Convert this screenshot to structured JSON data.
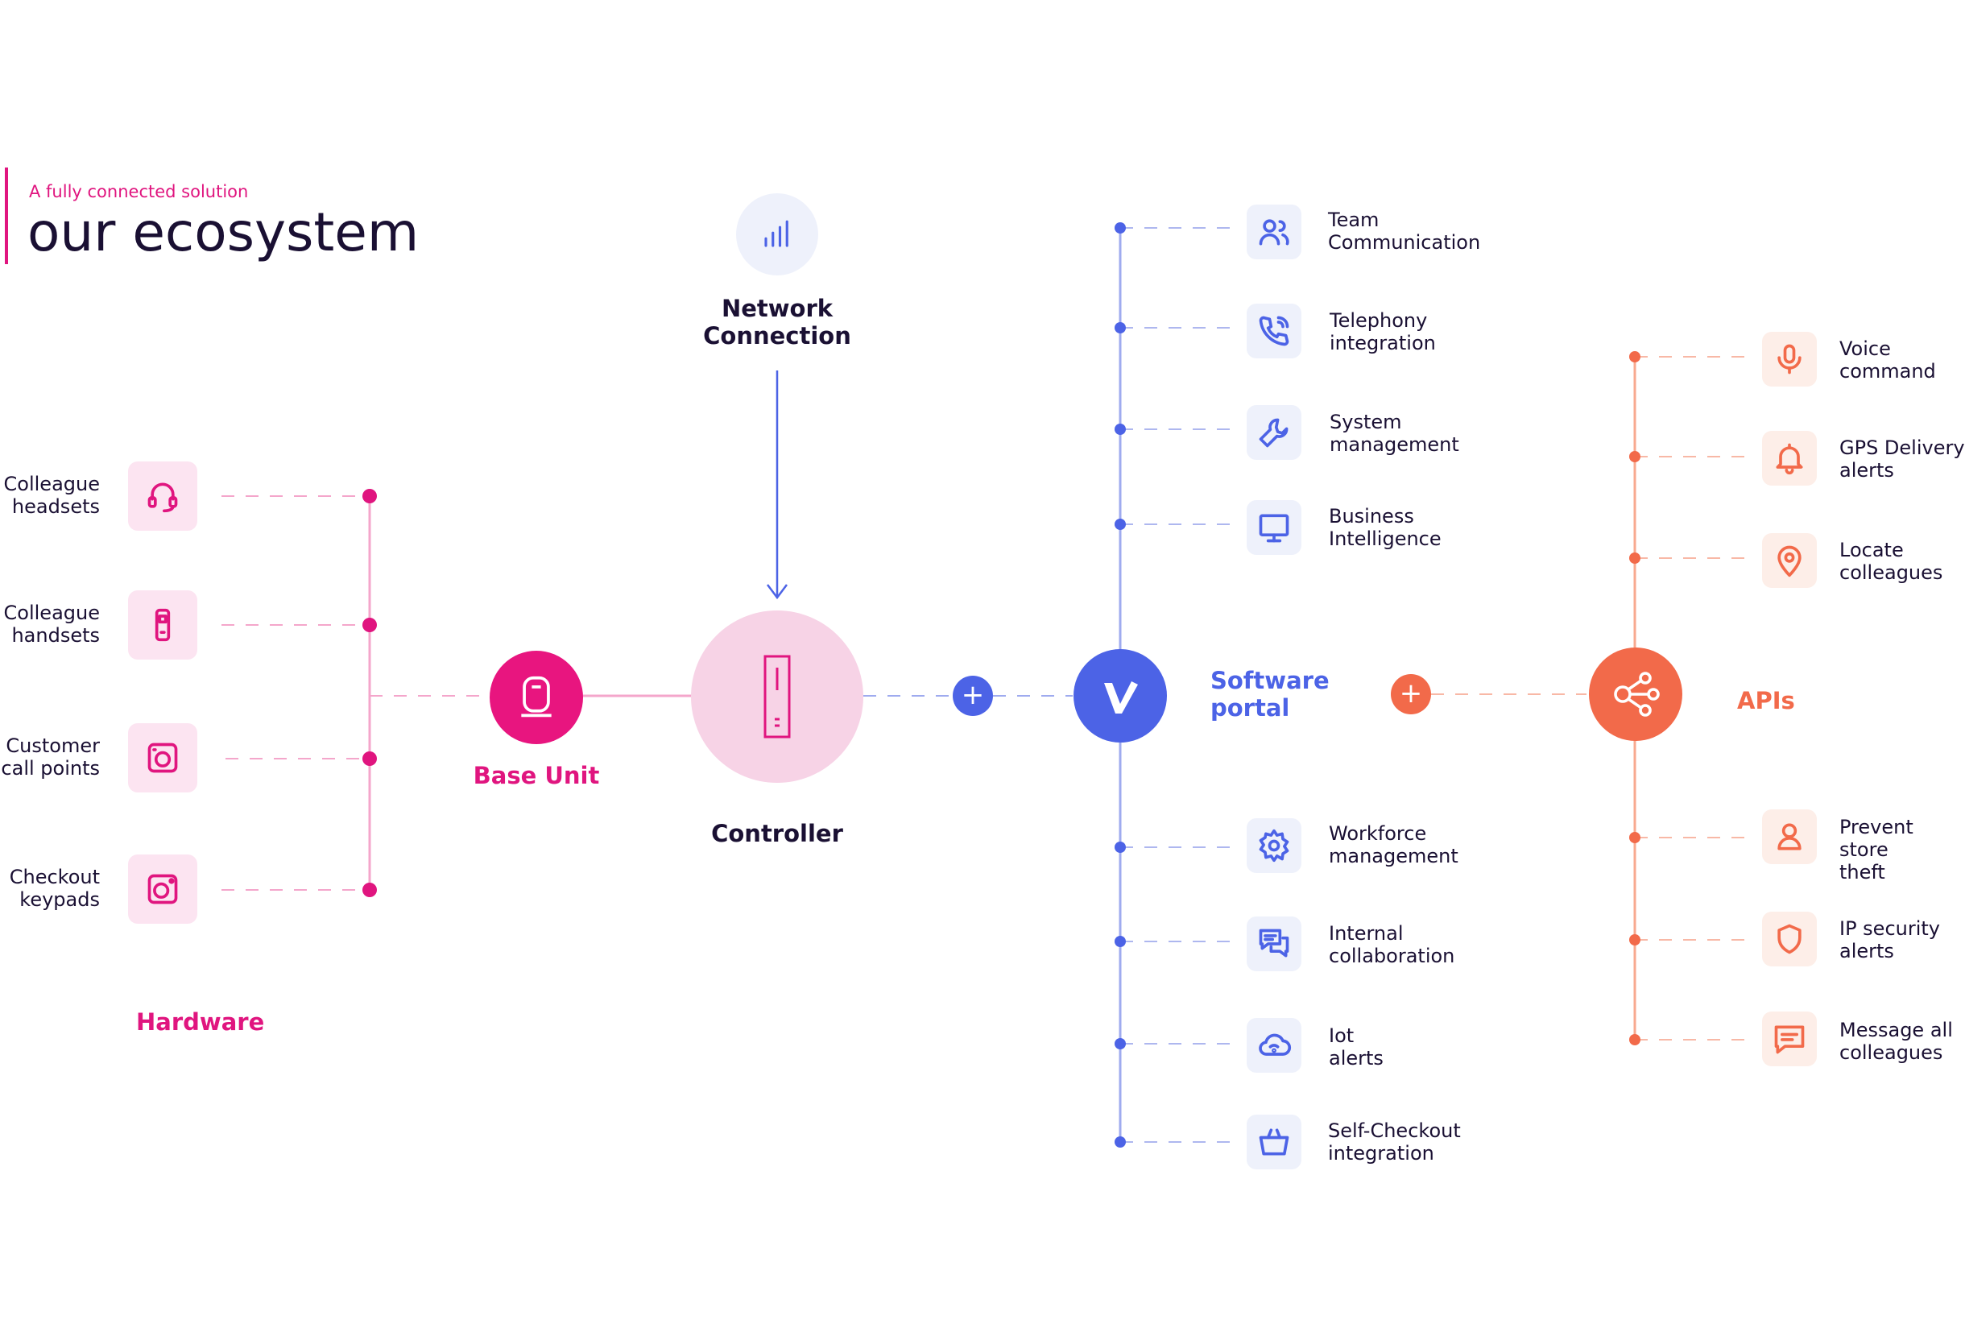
{
  "header": {
    "subtitle": "A fully connected solution",
    "title": "our ecosystem"
  },
  "colors": {
    "pink": "#e0157f",
    "pink_light": "#fce4f1",
    "blue": "#4c63e6",
    "blue_light": "#eef1fb",
    "orange": "#f26a4a",
    "orange_light": "#fdeee8",
    "text": "#1a1033"
  },
  "network": {
    "label": "Network\nConnection",
    "icon": "signal-bars-icon"
  },
  "controller": {
    "label": "Controller",
    "icon": "controller-device-icon"
  },
  "base_unit": {
    "label": "Base Unit",
    "icon": "base-unit-icon"
  },
  "hardware": {
    "label": "Hardware",
    "items": [
      {
        "label": "Colleague\nheadsets",
        "icon": "headset-icon"
      },
      {
        "label": "Colleague\nhandsets",
        "icon": "handset-icon"
      },
      {
        "label": "Customer\ncall points",
        "icon": "call-point-icon"
      },
      {
        "label": "Checkout\nkeypads",
        "icon": "keypad-icon"
      }
    ]
  },
  "software": {
    "label": "Software\nportal",
    "icon": "v-logo-icon",
    "items": [
      {
        "label": "Team\nCommunication",
        "icon": "team-icon"
      },
      {
        "label": "Telephony\nintegration",
        "icon": "phone-icon"
      },
      {
        "label": "System\nmanagement",
        "icon": "wrench-icon"
      },
      {
        "label": "Business\nIntelligence",
        "icon": "monitor-icon"
      },
      {
        "label": "Workforce\nmanagement",
        "icon": "gear-icon"
      },
      {
        "label": "Internal\ncollaboration",
        "icon": "chat-bubbles-icon"
      },
      {
        "label": "Iot\nalerts",
        "icon": "cloud-wifi-icon"
      },
      {
        "label": "Self-Checkout\nintegration",
        "icon": "basket-icon"
      }
    ]
  },
  "apis": {
    "label": "APIs",
    "icon": "share-nodes-icon",
    "items": [
      {
        "label": "Voice\ncommand",
        "icon": "microphone-icon"
      },
      {
        "label": "GPS Delivery\nalerts",
        "icon": "bell-icon"
      },
      {
        "label": "Locate\ncolleagues",
        "icon": "location-pin-icon"
      },
      {
        "label": "Prevent store\ntheft",
        "icon": "person-icon"
      },
      {
        "label": "IP security\nalerts",
        "icon": "shield-icon"
      },
      {
        "label": "Message all\ncolleagues",
        "icon": "message-icon"
      }
    ]
  }
}
